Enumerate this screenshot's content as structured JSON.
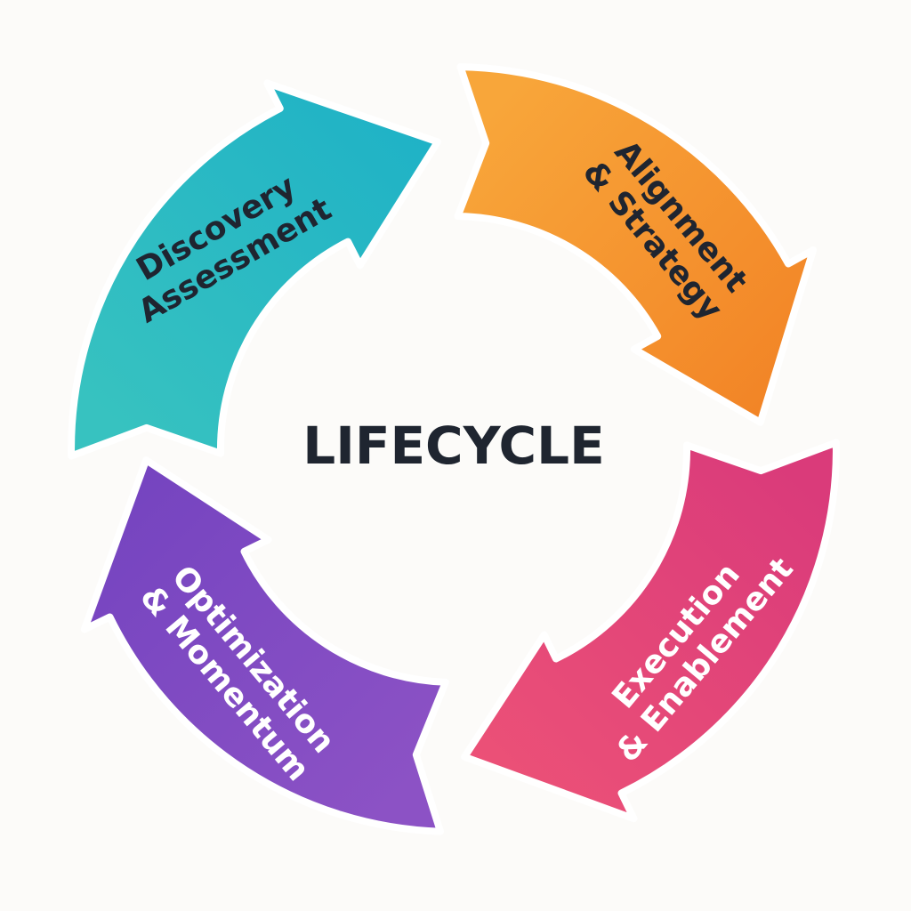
{
  "center_title": "LIFECYCLE",
  "stages": [
    {
      "id": "discovery",
      "lines": [
        "Discovery",
        "Assessment"
      ],
      "colors": [
        "#37c2c0",
        "#1fb2c6"
      ],
      "text_color": "#1f2530"
    },
    {
      "id": "alignment",
      "lines": [
        "Alignment",
        "& Strategy"
      ],
      "colors": [
        "#f8a63a",
        "#f28426"
      ],
      "text_color": "#1f2530"
    },
    {
      "id": "execution",
      "lines": [
        "Execution",
        "& Enablement"
      ],
      "colors": [
        "#da3b7a",
        "#ec5177"
      ],
      "text_color": "#ffffff"
    },
    {
      "id": "optimization",
      "lines": [
        "Optimization",
        "& Momentum"
      ],
      "colors": [
        "#8c52c5",
        "#7544c0"
      ],
      "text_color": "#ffffff"
    }
  ],
  "colors": {
    "background": "#fcfbf9",
    "center_text": "#1f2530",
    "outline": "#ffffff"
  }
}
